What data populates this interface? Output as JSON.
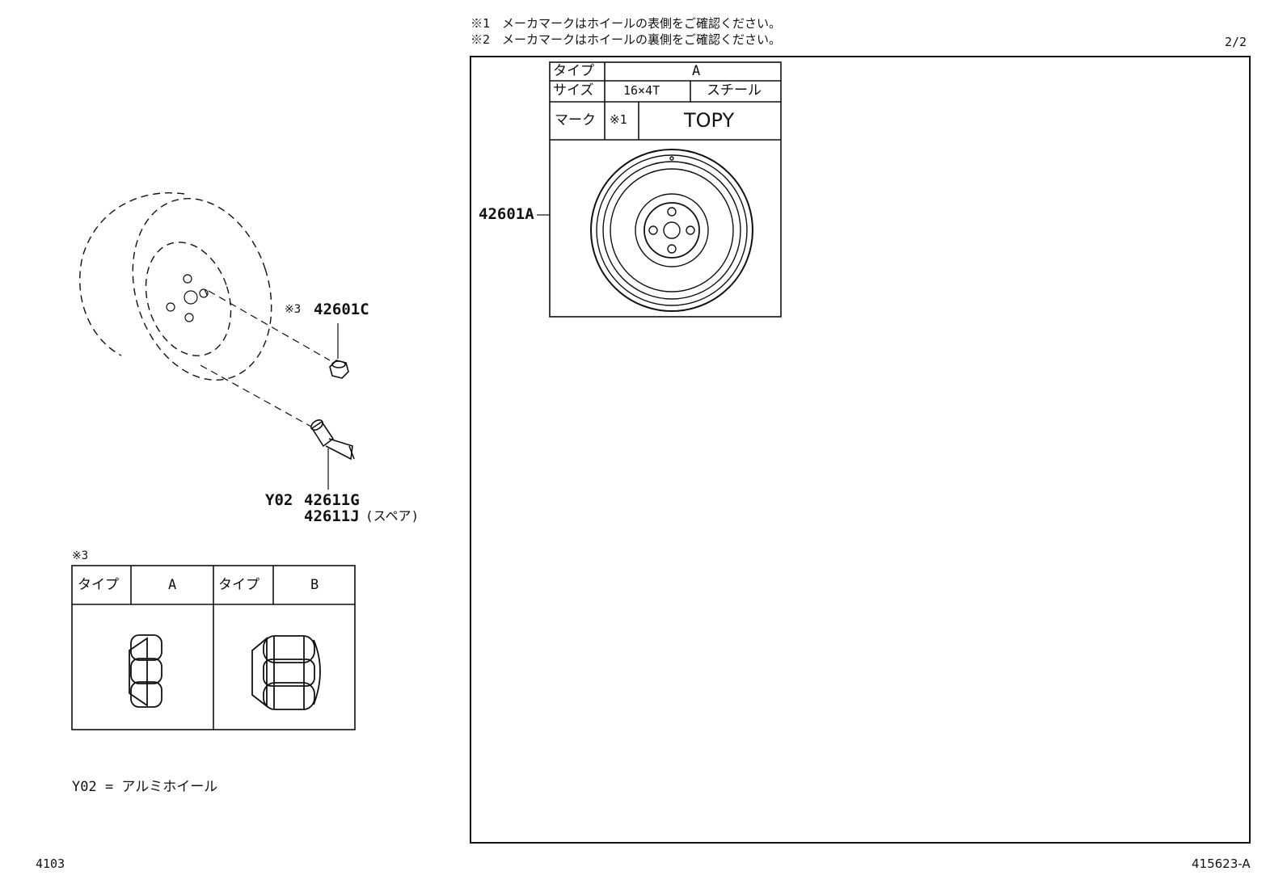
{
  "notes": {
    "note1": "※1　メーカマークはホイールの表側をご確認ください。",
    "note2": "※2　メーカマークはホイールの裏側をご確認ください。"
  },
  "page_number": "2/2",
  "wheel_table": {
    "type_label": "タイプ",
    "type_value": "A",
    "size_label": "サイズ",
    "size_value": "16×4T",
    "material_value": "スチール",
    "mark_label": "マーク",
    "mark_ref": "※1",
    "mark_value": "TOPY"
  },
  "callouts": {
    "spare_wheel": "42601A",
    "nut_ref": "※3",
    "nut_part": "42601C",
    "valve_code": "Y02",
    "valve_part": "42611G",
    "valve_spare_part": "42611J",
    "valve_spare_note": "(スペア)"
  },
  "nut_table": {
    "ref": "※3",
    "type_label_a": "タイプ",
    "type_value_a": "A",
    "type_label_b": "タイプ",
    "type_value_b": "B"
  },
  "legend": "Y02 = アルミホイール",
  "footer": {
    "left_code": "4103",
    "right_code": "415623-A"
  }
}
